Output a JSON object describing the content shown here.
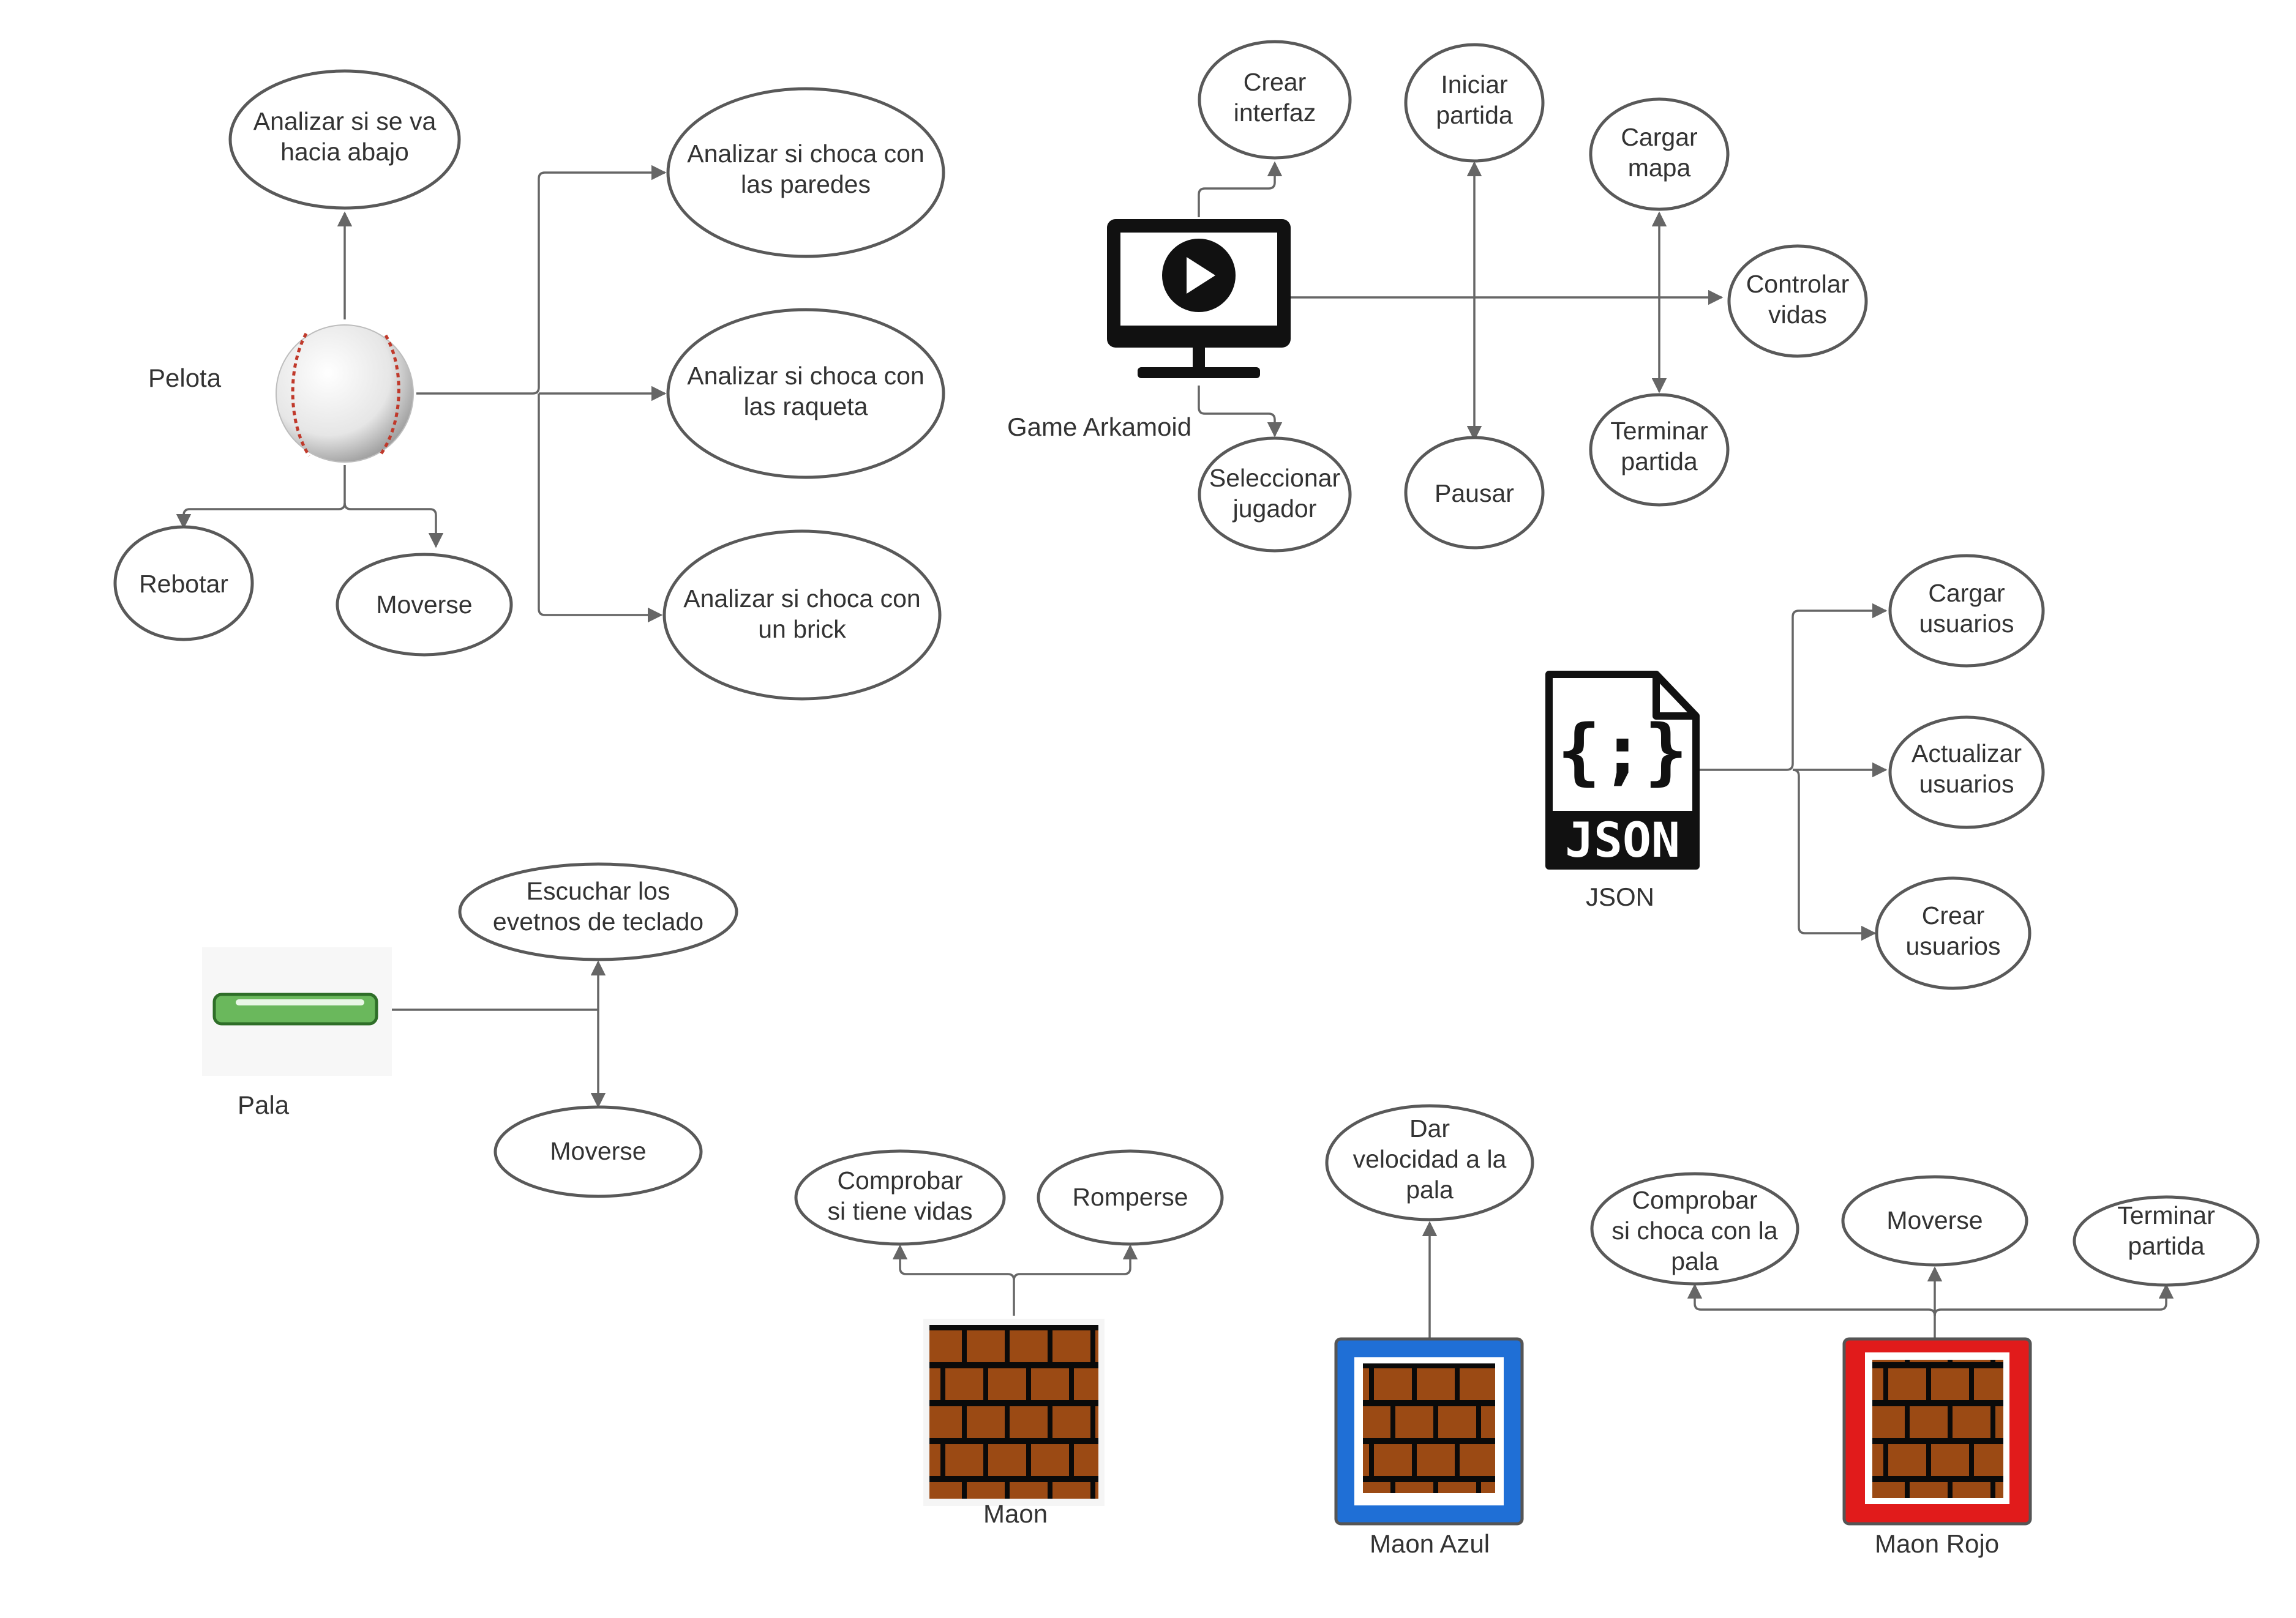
{
  "colors": {
    "node_stroke": "#595959",
    "line": "#666666",
    "text": "#333333",
    "azul": "#1f6fd6",
    "rojo": "#e11b1b",
    "brick": "#9b4a14",
    "mortar": "#0a0a0a",
    "pala_green": "#6ab85c"
  },
  "entities": {
    "pelota": {
      "label": "Pelota",
      "icon": "baseball-icon"
    },
    "game": {
      "label": "Game Arkamoid",
      "icon": "monitor-play-icon"
    },
    "json": {
      "label": "JSON",
      "icon": "json-file-icon"
    },
    "pala": {
      "label": "Pala",
      "icon": "paddle-icon"
    },
    "maon": {
      "label": "Maon",
      "icon": "brick-icon"
    },
    "maon_azul": {
      "label": "Maon Azul",
      "icon": "blue-brick-icon"
    },
    "maon_rojo": {
      "label": "Maon Rojo",
      "icon": "red-brick-icon"
    }
  },
  "nodes": {
    "pelota_abajo": [
      "Analizar si se va",
      "hacia abajo"
    ],
    "pelota_paredes": [
      "Analizar si choca con",
      "las paredes"
    ],
    "pelota_raqueta": [
      "Analizar si choca con",
      "las raqueta"
    ],
    "pelota_brick": [
      "Analizar si choca con",
      "un brick"
    ],
    "pelota_rebotar": [
      "Rebotar"
    ],
    "pelota_moverse": [
      "Moverse"
    ],
    "game_crear": [
      "Crear",
      "interfaz"
    ],
    "game_iniciar": [
      "Iniciar",
      "partida"
    ],
    "game_cargar": [
      "Cargar",
      "mapa"
    ],
    "game_controlar": [
      "Controlar",
      "vidas"
    ],
    "game_terminar": [
      "Terminar",
      "partida"
    ],
    "game_pausar": [
      "Pausar"
    ],
    "game_seleccionar": [
      "Seleccionar",
      "jugador"
    ],
    "json_cargar": [
      "Cargar",
      "usuarios"
    ],
    "json_actualizar": [
      "Actualizar",
      "usuarios"
    ],
    "json_crear": [
      "Crear",
      "usuarios"
    ],
    "pala_escuchar": [
      "Escuchar los",
      "evetnos de teclado"
    ],
    "pala_moverse": [
      "Moverse"
    ],
    "maon_comprobar": [
      "Comprobar",
      "si tiene vidas"
    ],
    "maon_romperse": [
      "Romperse"
    ],
    "azul_velocidad": [
      "Dar",
      "velocidad a la",
      "pala"
    ],
    "rojo_comprobar": [
      "Comprobar",
      "si choca con la",
      "pala"
    ],
    "rojo_moverse": [
      "Moverse"
    ],
    "rojo_terminar": [
      "Terminar",
      "partida"
    ]
  }
}
